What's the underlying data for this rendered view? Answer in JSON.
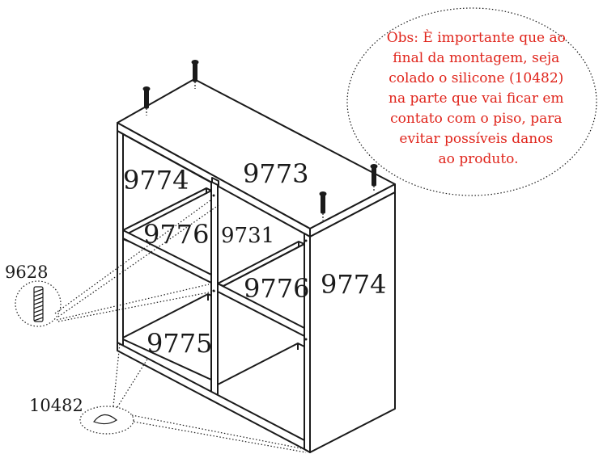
{
  "diagram": {
    "type": "assembly-instruction",
    "part_labels": {
      "top_left": "9774",
      "top_right": "9773",
      "shelf_left": "9776",
      "divider": "9731",
      "shelf_right": "9776",
      "side_right": "9774",
      "bottom": "9775",
      "screw_callout": "9628",
      "foot_callout": "10482"
    },
    "note": {
      "lines": [
        "Obs: È importante que ao",
        "final da montagem, seja",
        "colado o silicone (10482)",
        "na parte que vai ficar em",
        "contato com o piso, para",
        "evitar possíveis danos",
        "ao produto."
      ],
      "color": "#e0241b"
    },
    "icons": {
      "screw": "dowel-screw-icon",
      "foot": "silicone-foot-icon"
    },
    "line_color": "#1a1a1a"
  }
}
